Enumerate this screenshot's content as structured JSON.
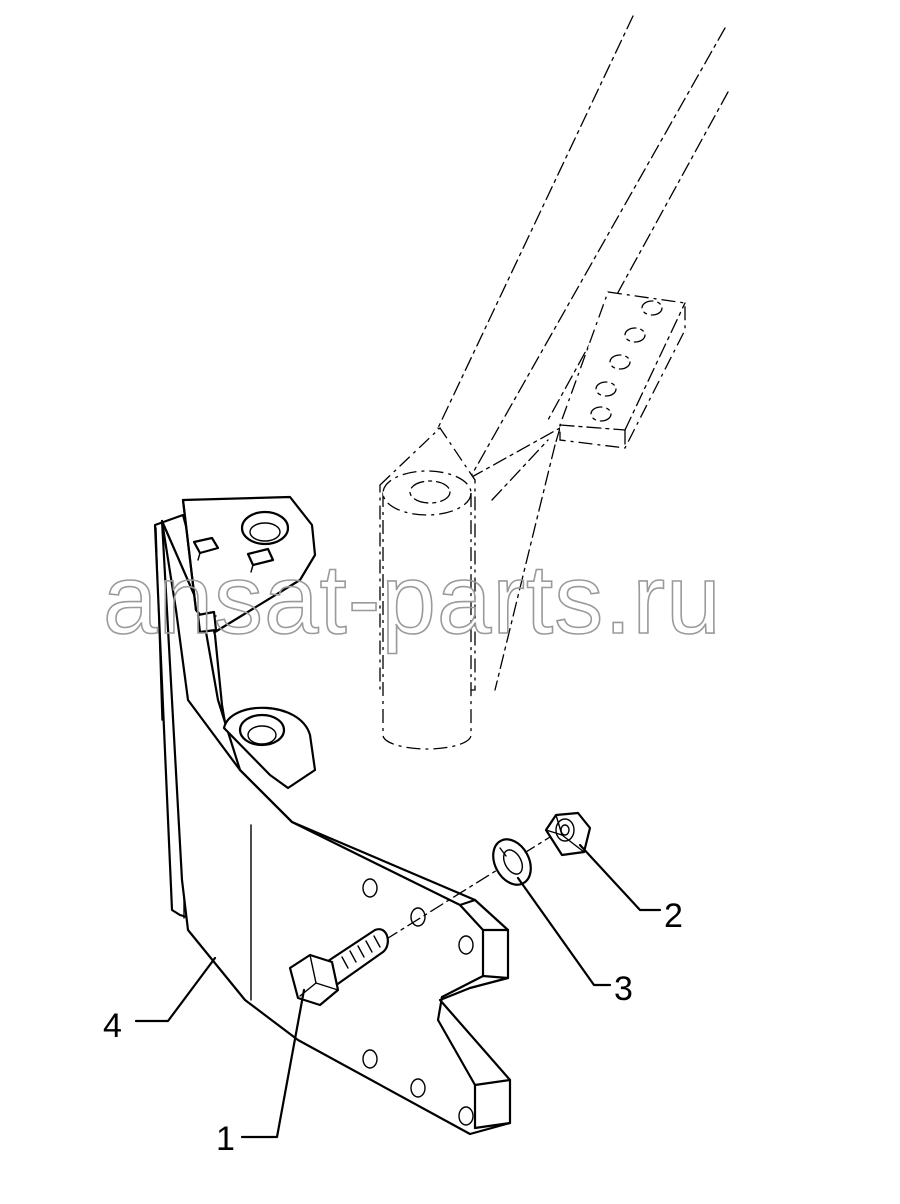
{
  "watermark": "ansat-parts.ru",
  "callouts": [
    {
      "id": "1",
      "label": "1"
    },
    {
      "id": "2",
      "label": "2"
    },
    {
      "id": "3",
      "label": "3"
    },
    {
      "id": "4",
      "label": "4"
    }
  ]
}
